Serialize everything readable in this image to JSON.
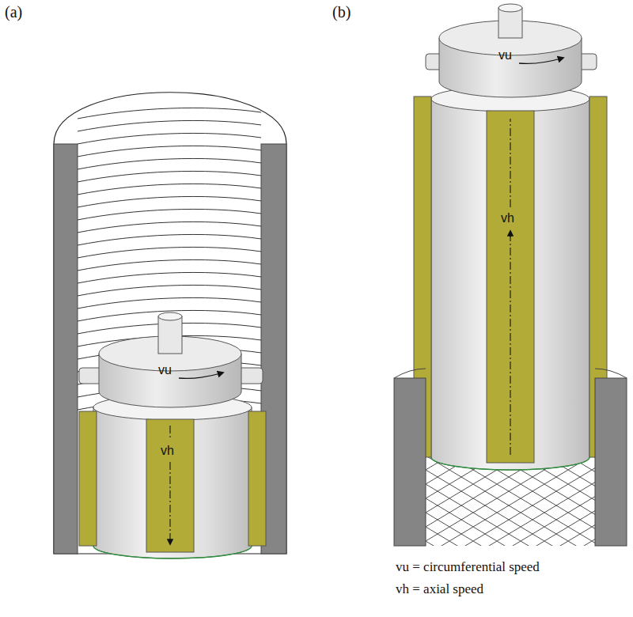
{
  "diagram": {
    "labels": [
      "(a)",
      "(b)",
      "vu",
      "vh",
      "vu",
      "vh",
      "vu = circumferential speed",
      "vh = axial speed"
    ]
  }
}
